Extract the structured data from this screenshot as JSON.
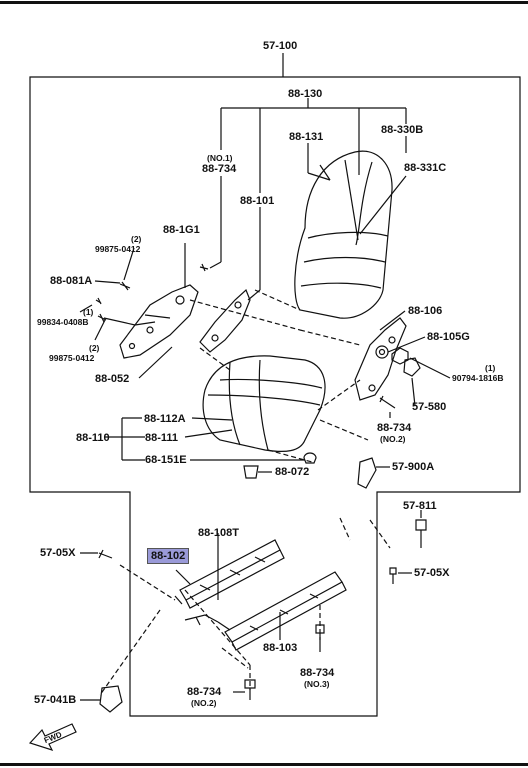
{
  "diagram": {
    "callouts": {
      "c57_100": "57-100",
      "c88_130": "88-130",
      "c88_131": "88-131",
      "c88_330b": "88-330B",
      "c88_331c": "88-331C",
      "c88_734_no1": "88-734",
      "no1": "(NO.1)",
      "c88_101": "88-101",
      "c88_1g1": "88-1G1",
      "q2a": "(2)",
      "c99875_a": "99875-0412",
      "c88_081a": "88-081A",
      "q1a": "(1)",
      "c99834": "99834-0408B",
      "q2b": "(2)",
      "c99875_b": "99875-0412",
      "c88_052": "88-052",
      "c88_106": "88-106",
      "c88_105g": "88-105G",
      "q1b": "(1)",
      "c90794": "90794-1816B",
      "c57_580": "57-580",
      "c88_734_no2a": "88-734",
      "no2a": "(NO.2)",
      "c88_112a": "88-112A",
      "c88_110": "88-110",
      "c88_111": "88-111",
      "c68_151e": "68-151E",
      "c88_072": "88-072",
      "c57_900a": "57-900A",
      "c57_811": "57-811",
      "c57_05x_l": "57-05X",
      "c88_102": "88-102",
      "c88_108t": "88-108T",
      "c57_05x_r": "57-05X",
      "c88_103": "88-103",
      "c88_734_no3": "88-734",
      "no3": "(NO.3)",
      "c57_041b": "57-041B",
      "c88_734_no2b": "88-734",
      "no2b": "(NO.2)",
      "fwd": "FWD"
    },
    "highlighted_part": "88-102",
    "highlight_color": "#9a9ad8"
  }
}
